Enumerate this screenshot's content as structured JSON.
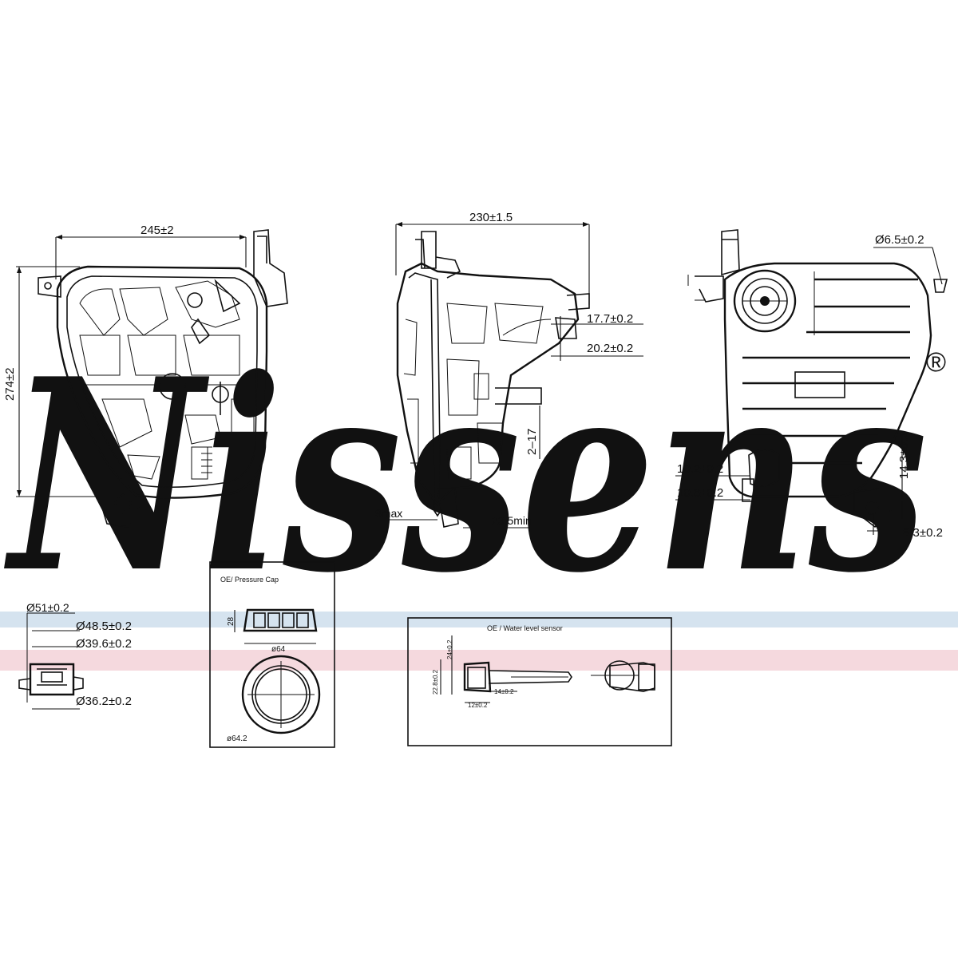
{
  "brand": {
    "watermark": "Nissens",
    "registered_mark": "®",
    "colors": {
      "watermark_blue": "#dbe7f2",
      "band_blue": "#d5e3ef",
      "band_pink": "#f5d9de",
      "line": "#111111"
    }
  },
  "front_view": {
    "width_dim": "245±2",
    "height_dim": "274±2"
  },
  "side_view": {
    "width_dim": "230±1.5",
    "dim_17_7": "17.7±0.2",
    "dim_20_2": "20.2±0.2",
    "dim_2_17": "2–17",
    "dim_8max": "8max",
    "dim_23_5min": "23.5min"
  },
  "rear_view": {
    "hole_dim": "Ø6.5±0.2",
    "dim_10_2": "10.2±0.2",
    "dim_10_8": "10.8±0.2",
    "dim_14_3": "14.3±0.2",
    "dim_8_3": "8.3±0.2"
  },
  "neck_detail": {
    "d51": "Ø51±0.2",
    "d48_5": "Ø48.5±0.2",
    "d39_6": "Ø39.6±0.2",
    "d36_2": "Ø36.2±0.2"
  },
  "cap_detail": {
    "title": "OE/ Pressure Cap",
    "height": "28",
    "d64": "ø64",
    "d64b": "ø64.2"
  },
  "sensor_detail": {
    "title": "OE / Water level sensor",
    "d24": "24±0.2",
    "d22_8": "22.8±0.2",
    "d14": "14±0.2",
    "d12": "12±0.2"
  }
}
